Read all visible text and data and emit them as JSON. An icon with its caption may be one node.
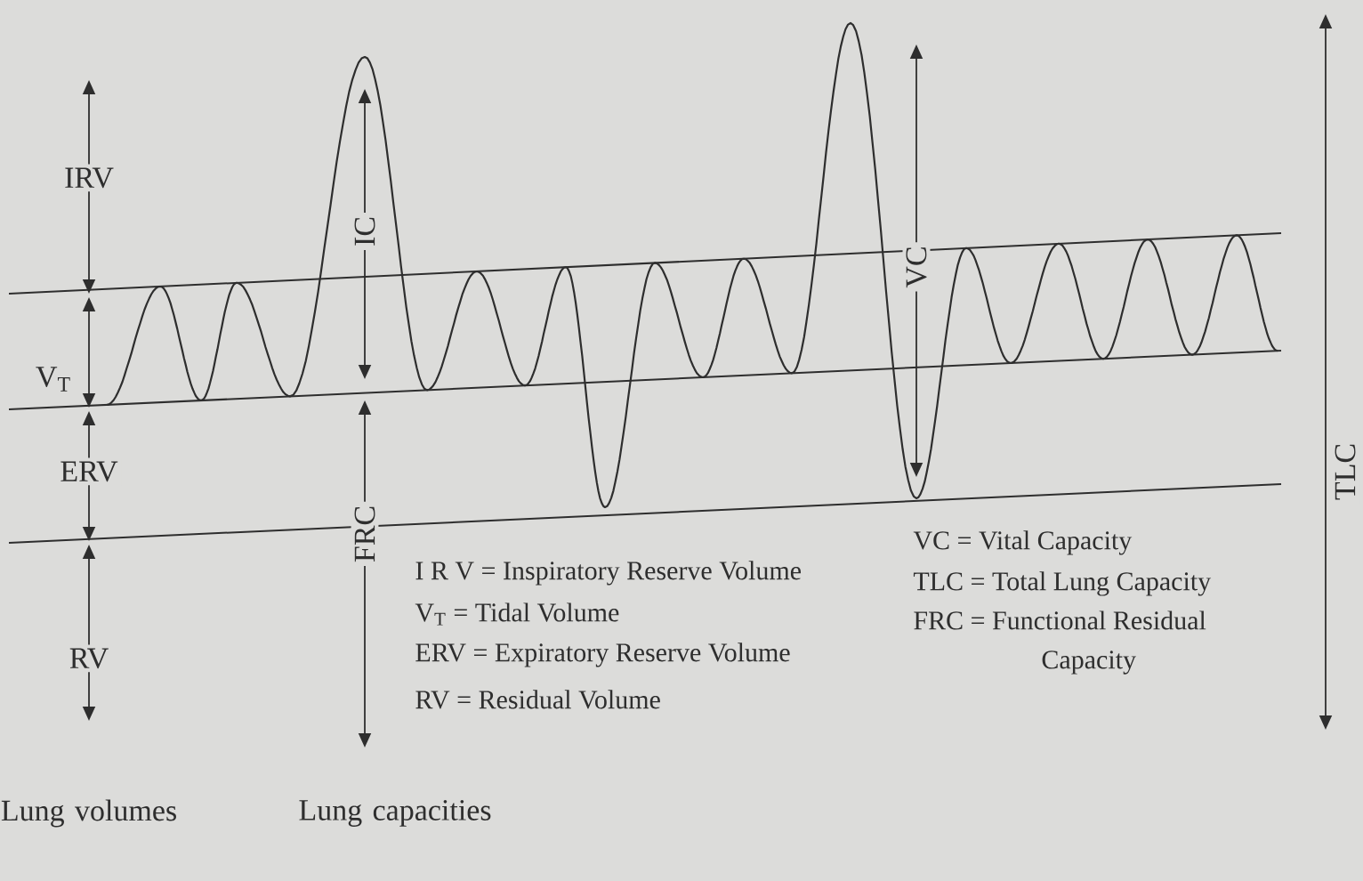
{
  "diagram": {
    "labels": [
      "IRV",
      "IC",
      "VC",
      "TLC",
      "V$_{T}$",
      "ERV",
      "FRC",
      "I R V = Inspiratory Reserve Volume",
      "VC = Vital Capacity",
      "TLC = Total Lung Capacity",
      "V$_{T}$ = Tidal Volume",
      "FRC = Functional Residual Capacity",
      "ERV = Expiratory Reserve Volume",
      "RV = Residual Volume",
      "RV",
      "Lung volumes",
      "Lung capacities"
    ]
  }
}
